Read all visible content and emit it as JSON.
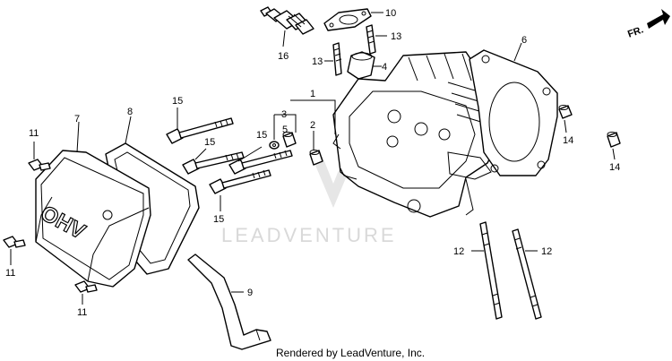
{
  "diagram": {
    "watermark": "LEADVENTURE",
    "credit": "Rendered by LeadVenture, Inc.",
    "direction_label": "FR.",
    "emblem_text": "OHV",
    "callouts": {
      "c1": "1",
      "c2": "2",
      "c3": "3",
      "c4": "4",
      "c5": "5",
      "c6": "6",
      "c7": "7",
      "c8": "8",
      "c9": "9",
      "c10": "10",
      "c11a": "11",
      "c11b": "11",
      "c11c": "11",
      "c12a": "12",
      "c12b": "12",
      "c13a": "13",
      "c13b": "13",
      "c14a": "14",
      "c14b": "14",
      "c15a": "15",
      "c15b": "15",
      "c15c": "15",
      "c15d": "15",
      "c16": "16"
    }
  }
}
